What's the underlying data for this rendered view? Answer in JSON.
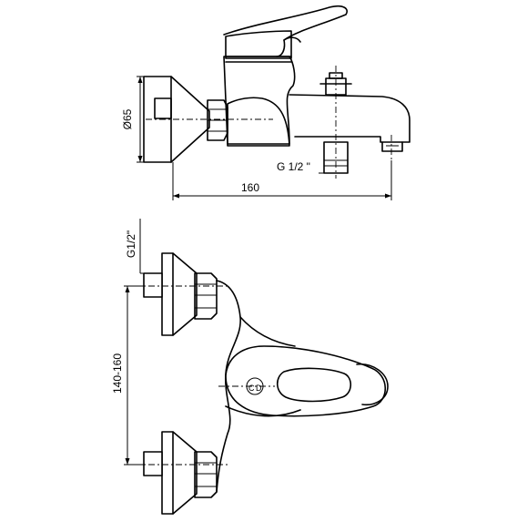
{
  "dimensions": {
    "diameter": "Ø65",
    "width": "160",
    "connection_side": "G 1/2 \"",
    "connection_front": "G1/2\"",
    "spacing": "140-160"
  },
  "colors": {
    "line": "#000000",
    "background": "#ffffff"
  }
}
